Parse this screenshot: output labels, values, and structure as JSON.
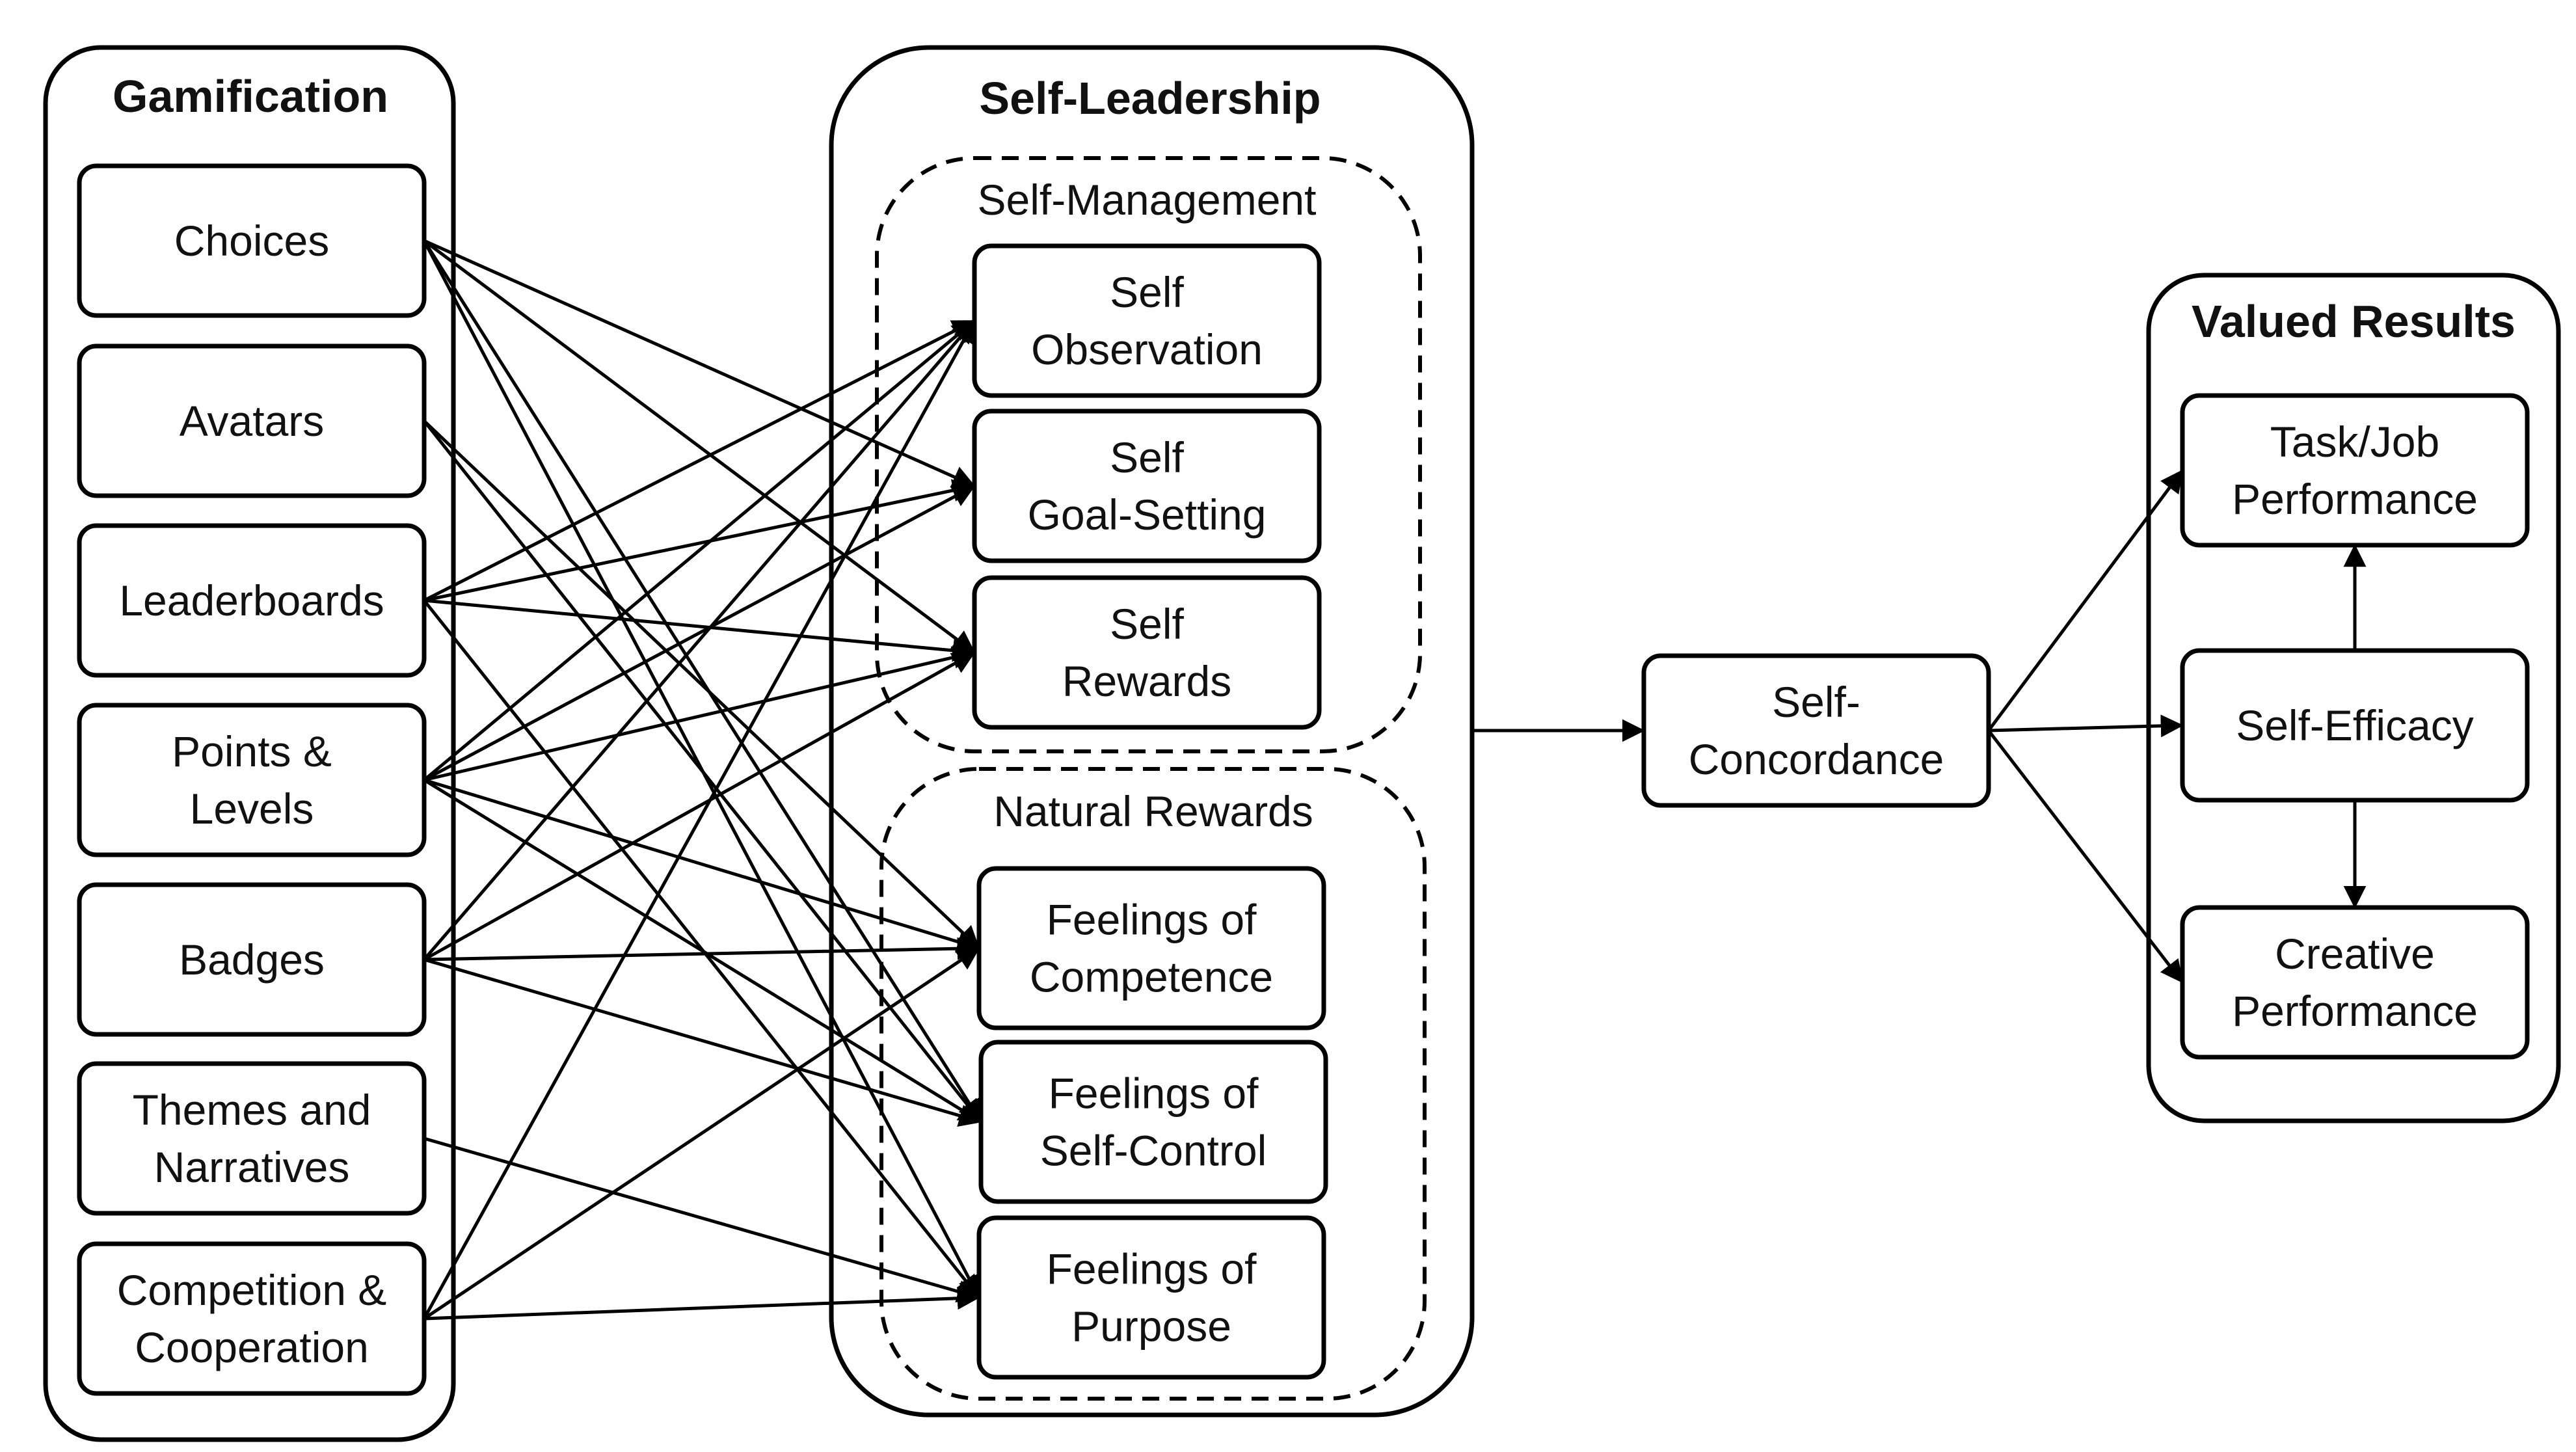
{
  "groups": {
    "gamification": "Gamification",
    "self_leadership": "Self-Leadership",
    "self_management": "Self-Management",
    "natural_rewards": "Natural Rewards",
    "valued_results": "Valued Results"
  },
  "nodes": {
    "choices": [
      "Choices"
    ],
    "avatars": [
      "Avatars"
    ],
    "leaderboards": [
      "Leaderboards"
    ],
    "points_levels": [
      "Points &",
      "Levels"
    ],
    "badges": [
      "Badges"
    ],
    "themes_narratives": [
      "Themes and",
      "Narratives"
    ],
    "competition_cooperation": [
      "Competition &",
      "Cooperation"
    ],
    "self_observation": [
      "Self",
      "Observation"
    ],
    "self_goal_setting": [
      "Self",
      "Goal-Setting"
    ],
    "self_rewards": [
      "Self",
      "Rewards"
    ],
    "feelings_competence": [
      "Feelings of",
      "Competence"
    ],
    "feelings_self_control": [
      "Feelings of",
      "Self-Control"
    ],
    "feelings_purpose": [
      "Feelings of",
      "Purpose"
    ],
    "self_concordance": [
      "Self-",
      "Concordance"
    ],
    "task_job_performance": [
      "Task/Job",
      "Performance"
    ],
    "self_efficacy": [
      "Self-Efficacy"
    ],
    "creative_performance": [
      "Creative",
      "Performance"
    ]
  },
  "edges": [
    [
      "choices",
      "self_goal_setting"
    ],
    [
      "choices",
      "self_rewards"
    ],
    [
      "choices",
      "feelings_self_control"
    ],
    [
      "choices",
      "feelings_purpose"
    ],
    [
      "avatars",
      "feelings_competence"
    ],
    [
      "avatars",
      "feelings_self_control"
    ],
    [
      "leaderboards",
      "self_observation"
    ],
    [
      "leaderboards",
      "self_goal_setting"
    ],
    [
      "leaderboards",
      "self_rewards"
    ],
    [
      "leaderboards",
      "feelings_purpose"
    ],
    [
      "points_levels",
      "self_observation"
    ],
    [
      "points_levels",
      "self_goal_setting"
    ],
    [
      "points_levels",
      "self_rewards"
    ],
    [
      "points_levels",
      "feelings_competence"
    ],
    [
      "points_levels",
      "feelings_self_control"
    ],
    [
      "badges",
      "self_observation"
    ],
    [
      "badges",
      "self_rewards"
    ],
    [
      "badges",
      "feelings_competence"
    ],
    [
      "badges",
      "feelings_self_control"
    ],
    [
      "themes_narratives",
      "feelings_purpose"
    ],
    [
      "competition_cooperation",
      "self_observation"
    ],
    [
      "competition_cooperation",
      "feelings_competence"
    ],
    [
      "competition_cooperation",
      "feelings_purpose"
    ],
    [
      "self_leadership",
      "self_concordance"
    ],
    [
      "self_concordance",
      "task_job_performance"
    ],
    [
      "self_concordance",
      "self_efficacy"
    ],
    [
      "self_concordance",
      "creative_performance"
    ],
    [
      "self_efficacy",
      "task_job_performance"
    ],
    [
      "self_efficacy",
      "creative_performance"
    ]
  ]
}
